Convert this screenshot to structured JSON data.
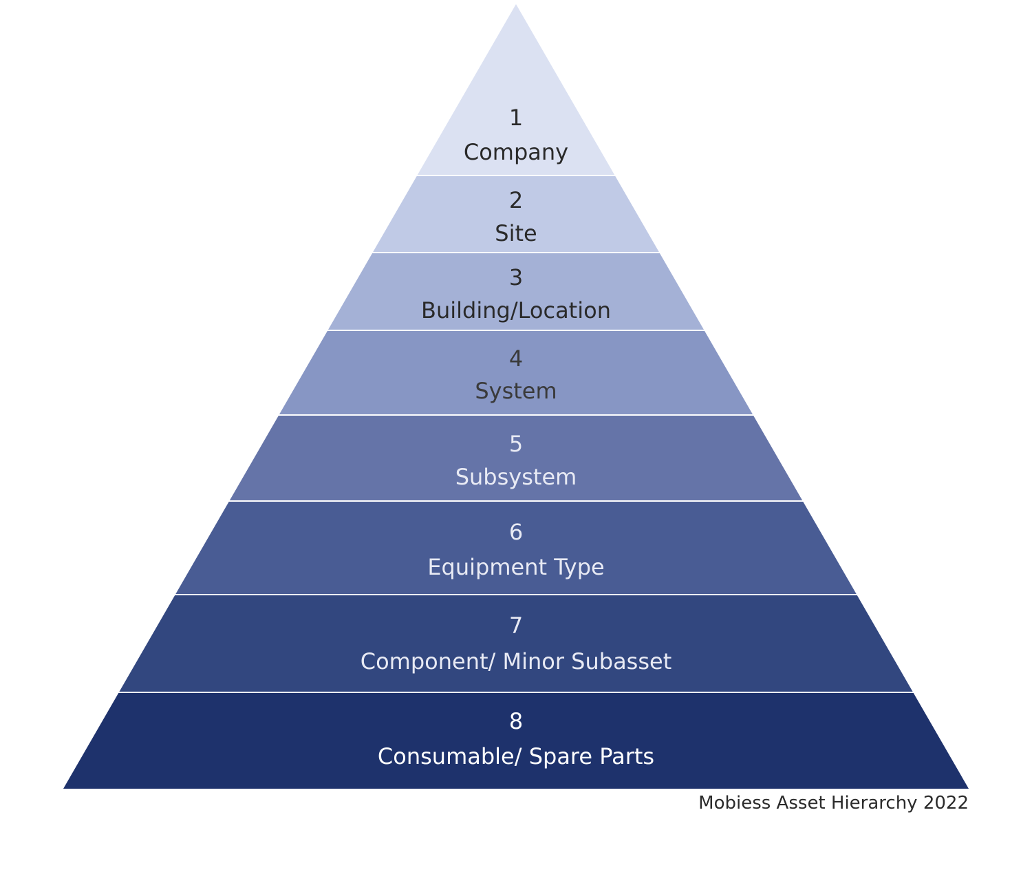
{
  "diagram": {
    "caption": "Mobiess Asset Hierarchy 2022",
    "tiers": [
      {
        "number": "1",
        "label": "Company",
        "fill": "#dbe1f2",
        "text_color": "#2a2a2a"
      },
      {
        "number": "2",
        "label": "Site",
        "fill": "#c0cae6",
        "text_color": "#2a2a2a"
      },
      {
        "number": "3",
        "label": "Building/Location",
        "fill": "#a4b1d6",
        "text_color": "#2a2a2a"
      },
      {
        "number": "4",
        "label": "System",
        "fill": "#8796c4",
        "text_color": "#3a3a3a"
      },
      {
        "number": "5",
        "label": "Subsystem",
        "fill": "#6574a8",
        "text_color": "#e8eaf4"
      },
      {
        "number": "6",
        "label": "Equipment Type",
        "fill": "#495c94",
        "text_color": "#e8eaf4"
      },
      {
        "number": "7",
        "label": "Component/ Minor Subasset",
        "fill": "#32477f",
        "text_color": "#e8eaf4"
      },
      {
        "number": "8",
        "label": "Consumable/ Spare Parts",
        "fill": "#1e326c",
        "text_color": "#ffffff"
      }
    ]
  }
}
